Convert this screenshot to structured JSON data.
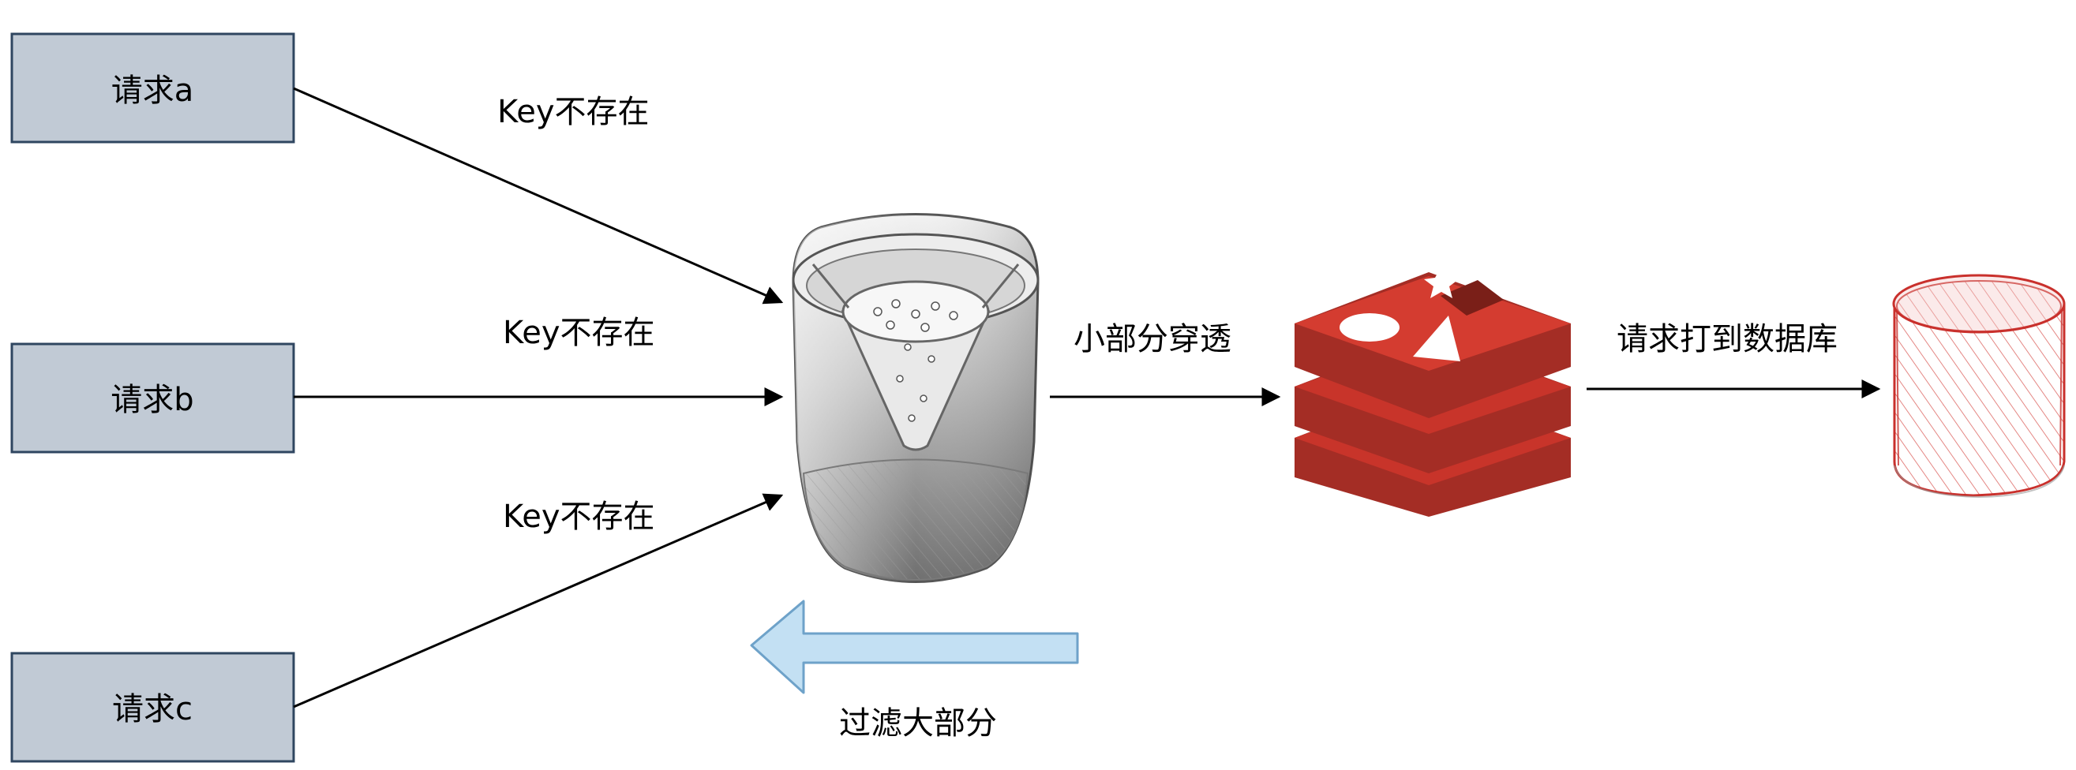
{
  "requests": [
    {
      "id": "a",
      "label": "请求a"
    },
    {
      "id": "b",
      "label": "请求b"
    },
    {
      "id": "c",
      "label": "请求c"
    }
  ],
  "edge_labels": {
    "key_missing_a": "Key不存在",
    "key_missing_b": "Key不存在",
    "key_missing_c": "Key不存在",
    "partial_pass": "小部分穿透",
    "hit_database": "请求打到数据库",
    "filter_most": "过滤大部分"
  },
  "colors": {
    "request_box_fill": "#c1cad5",
    "request_box_stroke": "#2f4660",
    "redis_red": "#c8342a",
    "redis_dark": "#9a2a22",
    "database_red": "#d9534f",
    "filter_arrow_fill": "#c3e0f3",
    "filter_arrow_stroke": "#6ea2c9"
  },
  "icons": {
    "filter": "bloom-filter-funnel-icon",
    "cache": "redis-cache-icon",
    "database": "database-cylinder-icon"
  }
}
